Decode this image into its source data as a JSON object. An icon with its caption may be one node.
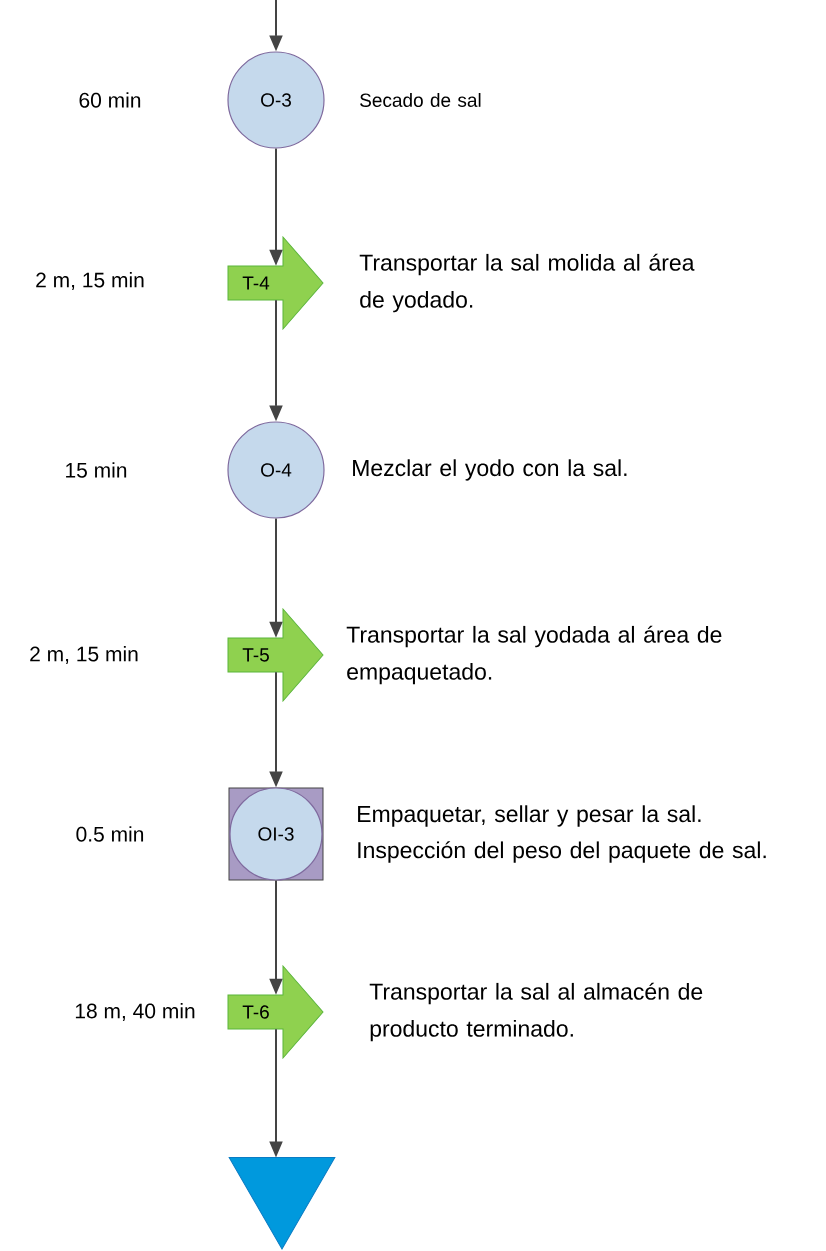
{
  "diagram": {
    "nodes": [
      {
        "text": [
          "O-3"
        ],
        "beside": [
          "Secado de sal"
        ]
      },
      {
        "text": [
          "T-4"
        ],
        "beside": [
          "Transportar la sal molida al área de yodado."
        ]
      },
      {
        "text": [
          "O-4"
        ],
        "beside": [
          "Mezclar el yodo con la sal."
        ]
      },
      {
        "text": [
          "T-5"
        ],
        "beside": [
          "Transportar la sal yodada al área de empaquetado."
        ]
      },
      {
        "text": [
          "OI-3"
        ],
        "beside": [
          "Empaquetar, sellar y pesar la sal.",
          "Inspección del peso del paquete de sal."
        ]
      },
      {
        "text": [
          "T-6"
        ],
        "beside": [
          "Transportar la sal al almacén de producto terminado."
        ]
      },
      {
        "text": [],
        "shape": "triangle"
      }
    ],
    "edges": [
      {
        "from": null,
        "to": 0,
        "arrow": "to"
      },
      {
        "from": 0,
        "to": 1,
        "arrow": "to"
      },
      {
        "from": 1,
        "to": 2,
        "arrow": "to"
      },
      {
        "from": 2,
        "to": 3,
        "arrow": "to"
      },
      {
        "from": 3,
        "to": 4,
        "arrow": "to"
      },
      {
        "from": 4,
        "to": 5,
        "arrow": "to"
      },
      {
        "from": 5,
        "to": 6,
        "arrow": "to"
      }
    ],
    "labels": [
      "60 min",
      "2 m, 15 min",
      "15 min",
      "2 m, 15 min",
      "0.5 min",
      "18 m, 40 min"
    ]
  }
}
